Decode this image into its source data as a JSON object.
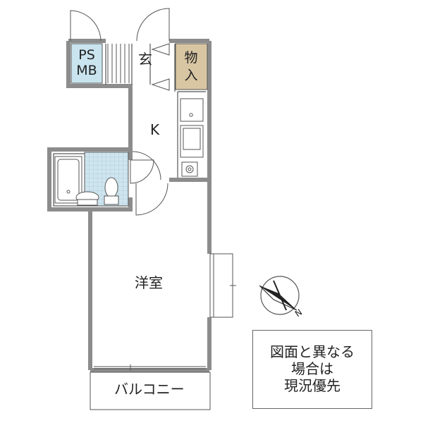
{
  "labels": {
    "ps_mb": [
      "PS",
      "MB"
    ],
    "entrance": "玄",
    "storage": [
      "物",
      "入"
    ],
    "kitchen": "K",
    "western_room": "洋室",
    "balcony": "バルコニー"
  },
  "note": {
    "lines": [
      "図面と異なる",
      "場合は",
      "現況優先"
    ]
  },
  "compass": {
    "north_label": "N"
  },
  "colors": {
    "wall": "#8c8c8c",
    "storage_fill": "#d8c6a2",
    "ps_fill": "#c9e4ee",
    "bath_tile": "#cfe5ef"
  }
}
